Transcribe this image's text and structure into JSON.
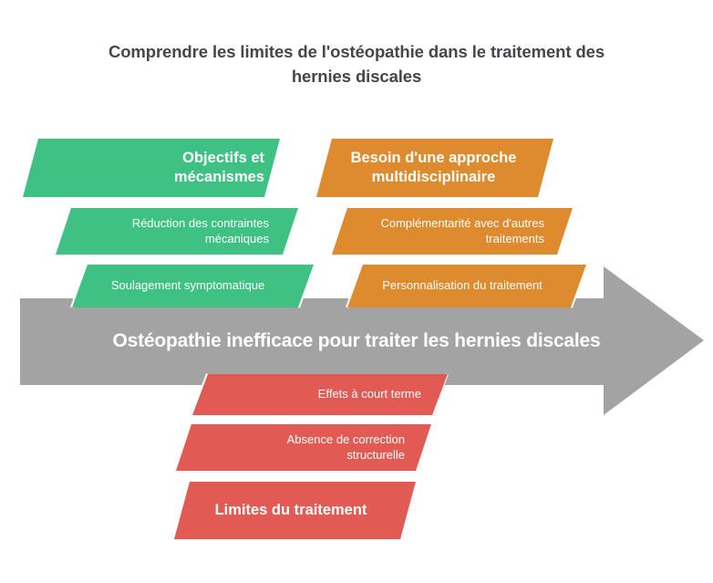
{
  "title": {
    "line1": "Comprendre les limites de l'ostéopathie dans le traitement des",
    "line2": "hernies discales"
  },
  "colors": {
    "green": "#3FC184",
    "orange": "#DE8A2E",
    "red": "#E15B54",
    "gray": "#A3A3A3",
    "title_text": "#43474b",
    "shape_text": "#ffffff",
    "background": "#ffffff"
  },
  "central_banner": {
    "text": "Ostéopathie inefficace pour traiter les hernies discales",
    "shape": "right-arrow",
    "color": "#A3A3A3"
  },
  "branches": [
    {
      "id": "green-branch",
      "color": "#3FC184",
      "position": "upper-left",
      "items": [
        {
          "label": "Objectifs et\nmécanismes",
          "emphasis": "heading"
        },
        {
          "label": "Réduction des contraintes\nmécaniques",
          "emphasis": "sub"
        },
        {
          "label": "Soulagement symptomatique",
          "emphasis": "sub"
        }
      ]
    },
    {
      "id": "orange-branch",
      "color": "#DE8A2E",
      "position": "upper-right",
      "items": [
        {
          "label": "Besoin d'une approche\nmultidisciplinaire",
          "emphasis": "heading"
        },
        {
          "label": "Complémentarité avec d'autres\ntraitements",
          "emphasis": "sub"
        },
        {
          "label": "Personnalisation du traitement",
          "emphasis": "sub"
        }
      ]
    },
    {
      "id": "red-branch",
      "color": "#E15B54",
      "position": "lower-center",
      "items": [
        {
          "label": "Effets à court terme",
          "emphasis": "sub"
        },
        {
          "label": "Absence de correction\nstructurelle",
          "emphasis": "sub"
        },
        {
          "label": "Limites du traitement",
          "emphasis": "heading"
        }
      ]
    }
  ]
}
